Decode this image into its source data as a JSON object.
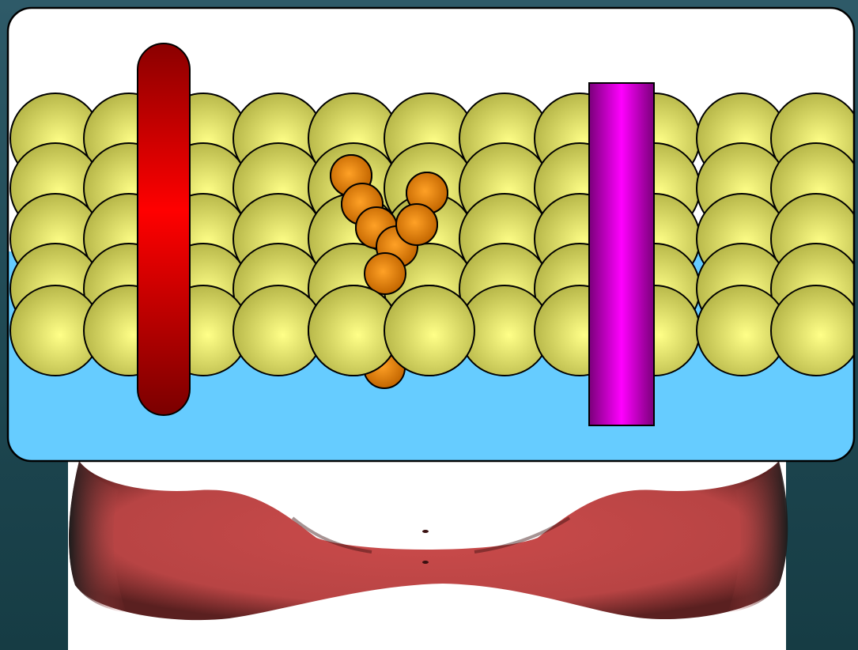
{
  "slide": {
    "background_color": "#1f4a55"
  },
  "diagram": {
    "type": "membrane-illustration",
    "panel_colors": {
      "panel_fill": "#ffffff",
      "water_fill": "#66ccff",
      "border": "#000000"
    },
    "lipid_colors": {
      "center": "#ffff88",
      "edge": "#b8b84a"
    },
    "lipid_rows": 5,
    "lipids_per_row": 11,
    "proteins": [
      {
        "name": "rounded-red-protein",
        "color": "#e00000",
        "shape": "capsule"
      },
      {
        "name": "orange-chain-protein",
        "color": "#ff8c00",
        "shape": "bead-chain",
        "bead_count": 10
      },
      {
        "name": "magenta-rod-protein",
        "color": "#ff00ff",
        "shape": "cylinder"
      }
    ],
    "cell_shape": {
      "name": "red-blood-cell-shape",
      "color": "#c84848"
    }
  }
}
